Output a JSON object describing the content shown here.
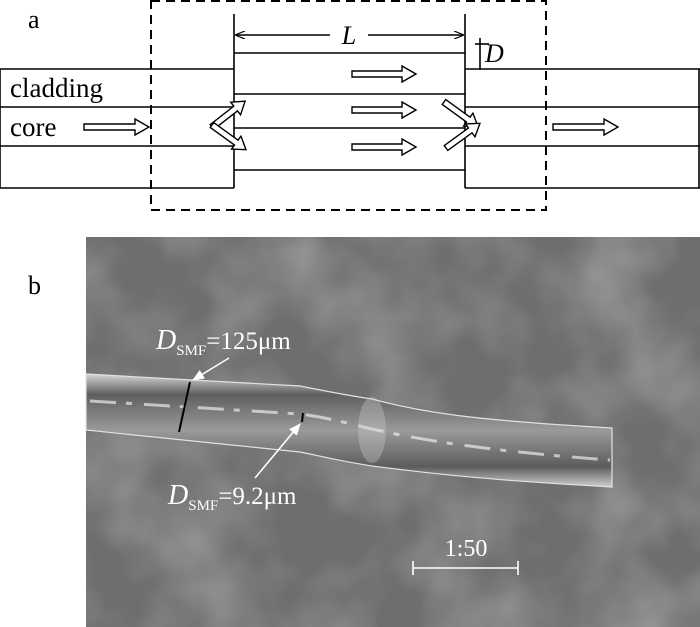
{
  "panel_a": {
    "label": "a",
    "length_symbol": "L",
    "diameter_symbol": "D",
    "cladding_label": "cladding",
    "core_label": "core"
  },
  "panel_b": {
    "label": "b",
    "cladding_annotation": {
      "symbol": "D",
      "subscript": "SMF",
      "value": "=125μm"
    },
    "core_annotation": {
      "symbol": "D",
      "subscript": "SMF",
      "value": "=9.2μm"
    },
    "scale_bar_label": "1:50"
  },
  "colors": {
    "line": "#000000",
    "photo_background": "#6e6e6e",
    "annotation": "#ffffff"
  }
}
